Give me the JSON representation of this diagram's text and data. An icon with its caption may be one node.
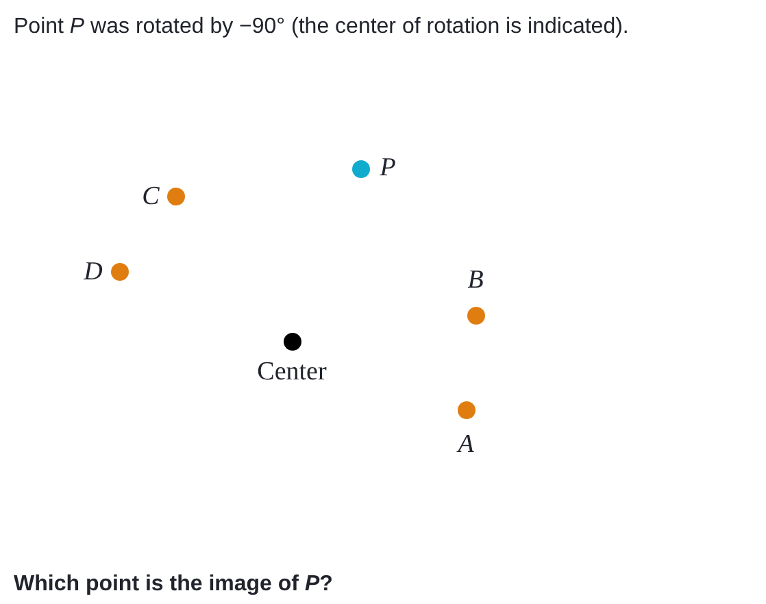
{
  "diagram": {
    "title": "Point *P* was rotated by −90° (the center of rotation is indicated).",
    "caption": "Which point is the image of *P*?",
    "nodes": [
      {
        "text": [
          "P"
        ]
      },
      {
        "text": [
          "C"
        ]
      },
      {
        "text": [
          "D"
        ]
      },
      {
        "text": [
          "B"
        ]
      },
      {
        "text": [
          "Center"
        ]
      },
      {
        "text": [
          "A"
        ]
      }
    ]
  }
}
